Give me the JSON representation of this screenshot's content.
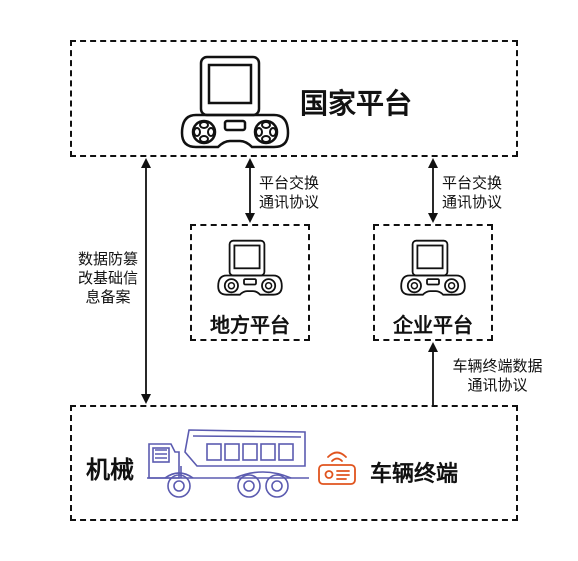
{
  "nodes": {
    "national": "国家平台",
    "local": "地方平台",
    "enterprise": "企业平台",
    "machine": "机械",
    "terminal": "车辆终端"
  },
  "edges": {
    "national_local": [
      "平台交换",
      "通讯协议"
    ],
    "national_enterprise": [
      "平台交换",
      "通讯协议"
    ],
    "national_machine": [
      "数据防篡",
      "改基础信",
      "息备案"
    ],
    "terminal_enterprise": [
      "车辆终端数据",
      "通讯协议"
    ]
  },
  "colors": {
    "line": "#111111",
    "truck": "#5b5bb0",
    "terminal_icon": "#e0541e"
  },
  "icons": {
    "platform": "game-console-icon",
    "vehicle": "dump-truck-icon",
    "terminal": "wireless-terminal-icon"
  }
}
